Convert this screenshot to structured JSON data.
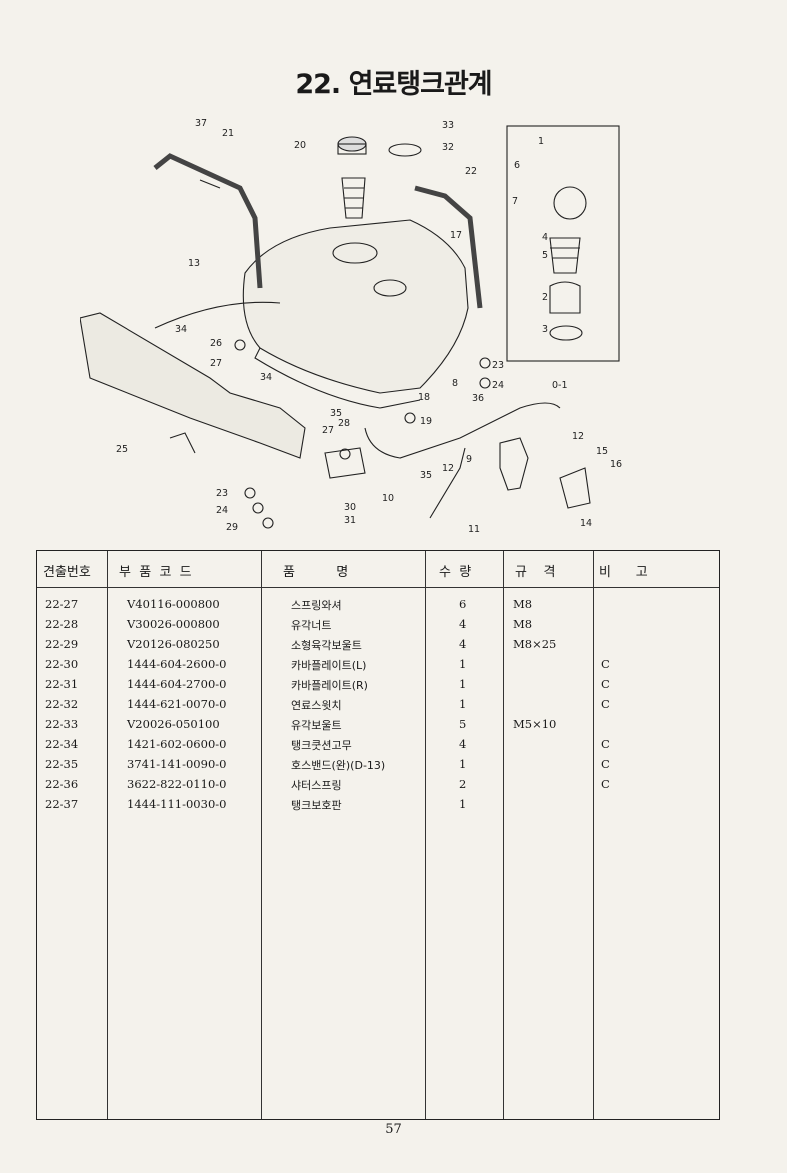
{
  "page": {
    "title": "22. 연료탱크관계",
    "page_number": "57"
  },
  "diagram": {
    "callouts": [
      "37",
      "21",
      "20",
      "33",
      "32",
      "22",
      "6",
      "1",
      "7",
      "4",
      "5",
      "2",
      "3",
      "13",
      "34",
      "26",
      "27",
      "34",
      "25",
      "8",
      "23",
      "24",
      "18",
      "35",
      "28",
      "19",
      "36",
      "12",
      "15",
      "16",
      "27",
      "9",
      "12",
      "35",
      "10",
      "30",
      "31",
      "11",
      "14",
      "23",
      "24",
      "29",
      "17",
      "0-1"
    ]
  },
  "table": {
    "headers": [
      "견출번호",
      "부  품  코  드",
      "품          명",
      "수  량",
      "규    격",
      "비      고"
    ],
    "rows": [
      {
        "no": "22-27",
        "code": "V40116-000800",
        "name": "스프링와셔",
        "qty": "6",
        "spec": "M8",
        "note": ""
      },
      {
        "no": "22-28",
        "code": "V30026-000800",
        "name": "유각너트",
        "qty": "4",
        "spec": "M8",
        "note": ""
      },
      {
        "no": "22-29",
        "code": "V20126-080250",
        "name": "소형육각보울트",
        "qty": "4",
        "spec": "M8×25",
        "note": ""
      },
      {
        "no": "22-30",
        "code": "1444-604-2600-0",
        "name": "카바플레이트(L)",
        "qty": "1",
        "spec": "",
        "note": "C"
      },
      {
        "no": "22-31",
        "code": "1444-604-2700-0",
        "name": "카바플레이트(R)",
        "qty": "1",
        "spec": "",
        "note": "C"
      },
      {
        "no": "22-32",
        "code": "1444-621-0070-0",
        "name": "연료스윗치",
        "qty": "1",
        "spec": "",
        "note": "C"
      },
      {
        "no": "22-33",
        "code": "V20026-050100",
        "name": "유각보울트",
        "qty": "5",
        "spec": "M5×10",
        "note": ""
      },
      {
        "no": "22-34",
        "code": "1421-602-0600-0",
        "name": "탱크쿳션고무",
        "qty": "4",
        "spec": "",
        "note": "C"
      },
      {
        "no": "22-35",
        "code": "3741-141-0090-0",
        "name": "호스밴드(완)(D-13)",
        "qty": "1",
        "spec": "",
        "note": "C"
      },
      {
        "no": "22-36",
        "code": "3622-822-0110-0",
        "name": "샤터스프링",
        "qty": "2",
        "spec": "",
        "note": "C"
      },
      {
        "no": "22-37",
        "code": "1444-111-0030-0",
        "name": "탱크보호판",
        "qty": "1",
        "spec": "",
        "note": ""
      }
    ]
  }
}
